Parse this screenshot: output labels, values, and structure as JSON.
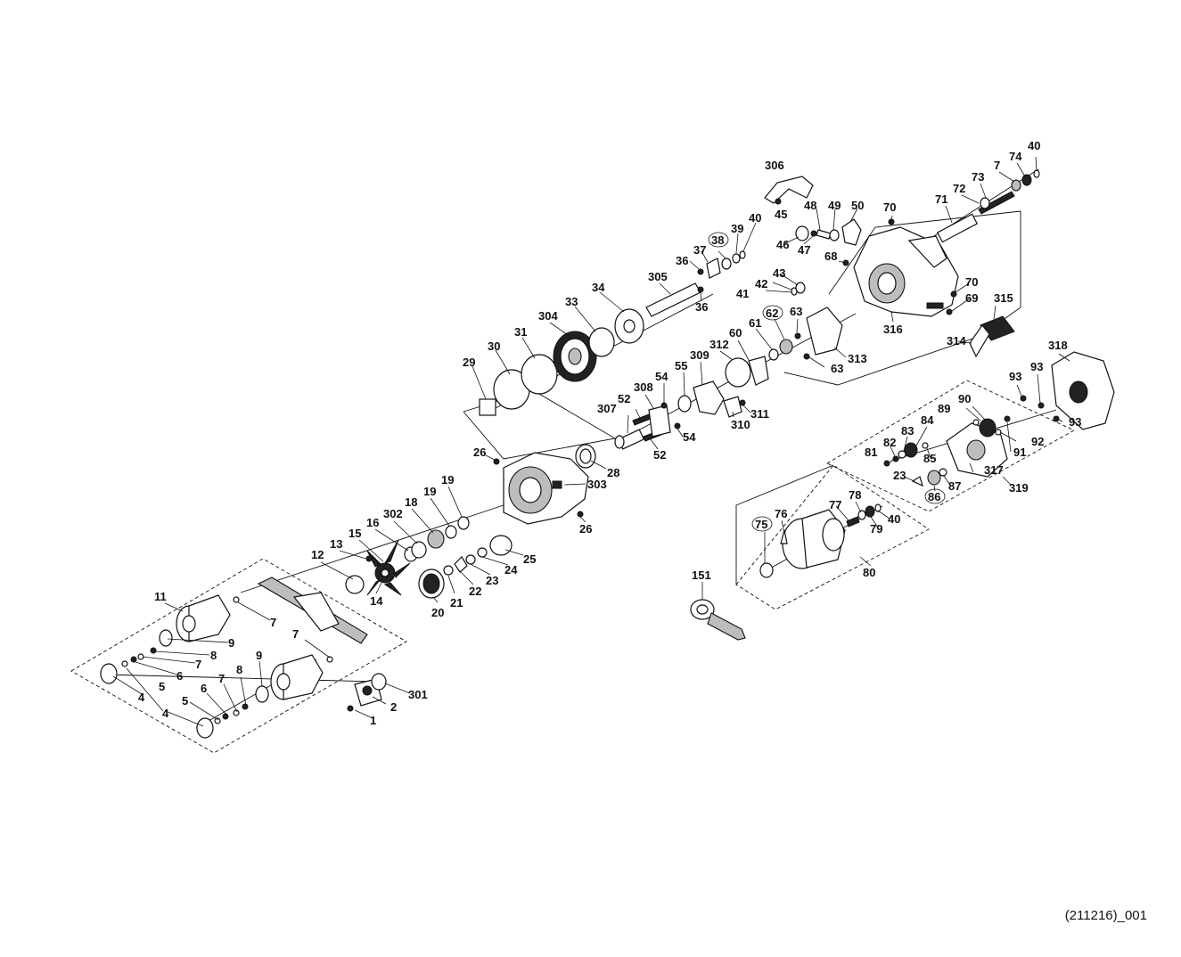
{
  "diagram": {
    "image_code": "(211216)_001",
    "labels": {
      "1": "1",
      "2": "2",
      "4a": "4",
      "4b": "4",
      "5a": "5",
      "5b": "5",
      "6a": "6",
      "6b": "6",
      "7a": "7",
      "7b": "7",
      "7c": "7",
      "7d": "7",
      "7e": "7",
      "8a": "8",
      "8b": "8",
      "9a": "9",
      "9b": "9",
      "11": "11",
      "12": "12",
      "13": "13",
      "14": "14",
      "15": "15",
      "16": "16",
      "18": "18",
      "19a": "19",
      "19b": "19",
      "20": "20",
      "21": "21",
      "22": "22",
      "23a": "23",
      "23b": "23",
      "24": "24",
      "25": "25",
      "26a": "26",
      "26b": "26",
      "28": "28",
      "29": "29",
      "30": "30",
      "31": "31",
      "33": "33",
      "34": "34",
      "36a": "36",
      "36b": "36",
      "37": "37",
      "38": "38",
      "39": "39",
      "40a": "40",
      "40b": "40",
      "40c": "40",
      "41": "41",
      "42": "42",
      "43": "43",
      "45": "45",
      "46": "46",
      "47": "47",
      "48": "48",
      "49": "49",
      "50": "50",
      "52a": "52",
      "52b": "52",
      "54a": "54",
      "54b": "54",
      "55": "55",
      "60": "60",
      "61": "61",
      "62": "62",
      "63a": "63",
      "63b": "63",
      "68": "68",
      "69": "69",
      "70a": "70",
      "70b": "70",
      "71": "71",
      "72": "72",
      "73": "73",
      "74": "74",
      "75": "75",
      "76": "76",
      "77": "77",
      "78": "78",
      "79": "79",
      "80": "80",
      "81": "81",
      "82": "82",
      "83": "83",
      "84": "84",
      "85": "85",
      "86": "86",
      "87": "87",
      "89": "89",
      "90": "90",
      "91": "91",
      "92": "92",
      "93a": "93",
      "93b": "93",
      "93c": "93",
      "151": "151",
      "301": "301",
      "302": "302",
      "303": "303",
      "304": "304",
      "305": "305",
      "306": "306",
      "307": "307",
      "308": "308",
      "309": "309",
      "310": "310",
      "311": "311",
      "312": "312",
      "313": "313",
      "314": "314",
      "315": "315",
      "316": "316",
      "317": "317",
      "318": "318",
      "319": "319"
    }
  }
}
